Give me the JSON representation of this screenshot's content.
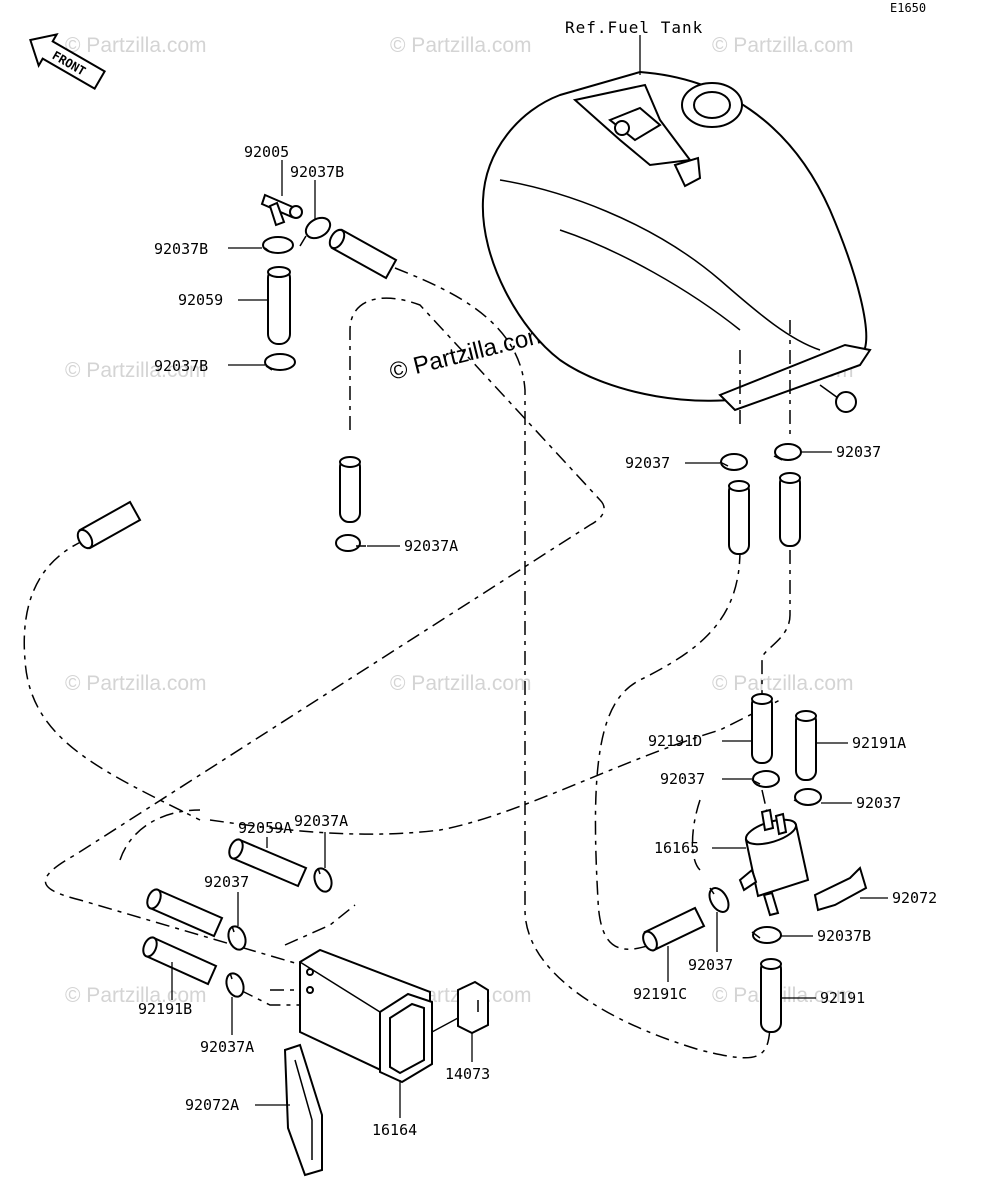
{
  "diagram": {
    "code": "E1650",
    "front_label": "FRONT",
    "ref_label": "Ref.Fuel Tank",
    "watermark_main": "© Partzilla.com",
    "watermark_repeat": "© Partzilla.com"
  },
  "labels": {
    "p92005": "92005",
    "p92037B_top": "92037B",
    "p92037B_left1": "92037B",
    "p92059": "92059",
    "p92037B_left2": "92037B",
    "p92037A_mid": "92037A",
    "p92037_tankL": "92037",
    "p92037_tankR": "92037",
    "p92191D": "92191D",
    "p92191A": "92191A",
    "p92037_filterL": "92037",
    "p92037_filterR": "92037",
    "p16165": "16165",
    "p92072": "92072",
    "p92037B_filter": "92037B",
    "p92037_filterBot": "92037",
    "p92191C": "92191C",
    "p92191": "92191",
    "p92059A": "92059A",
    "p92037A_can": "92037A",
    "p92037_can": "92037",
    "p92191B": "92191B",
    "p92037A_low": "92037A",
    "p14073": "14073",
    "p92072A": "92072A",
    "p16164": "16164"
  }
}
